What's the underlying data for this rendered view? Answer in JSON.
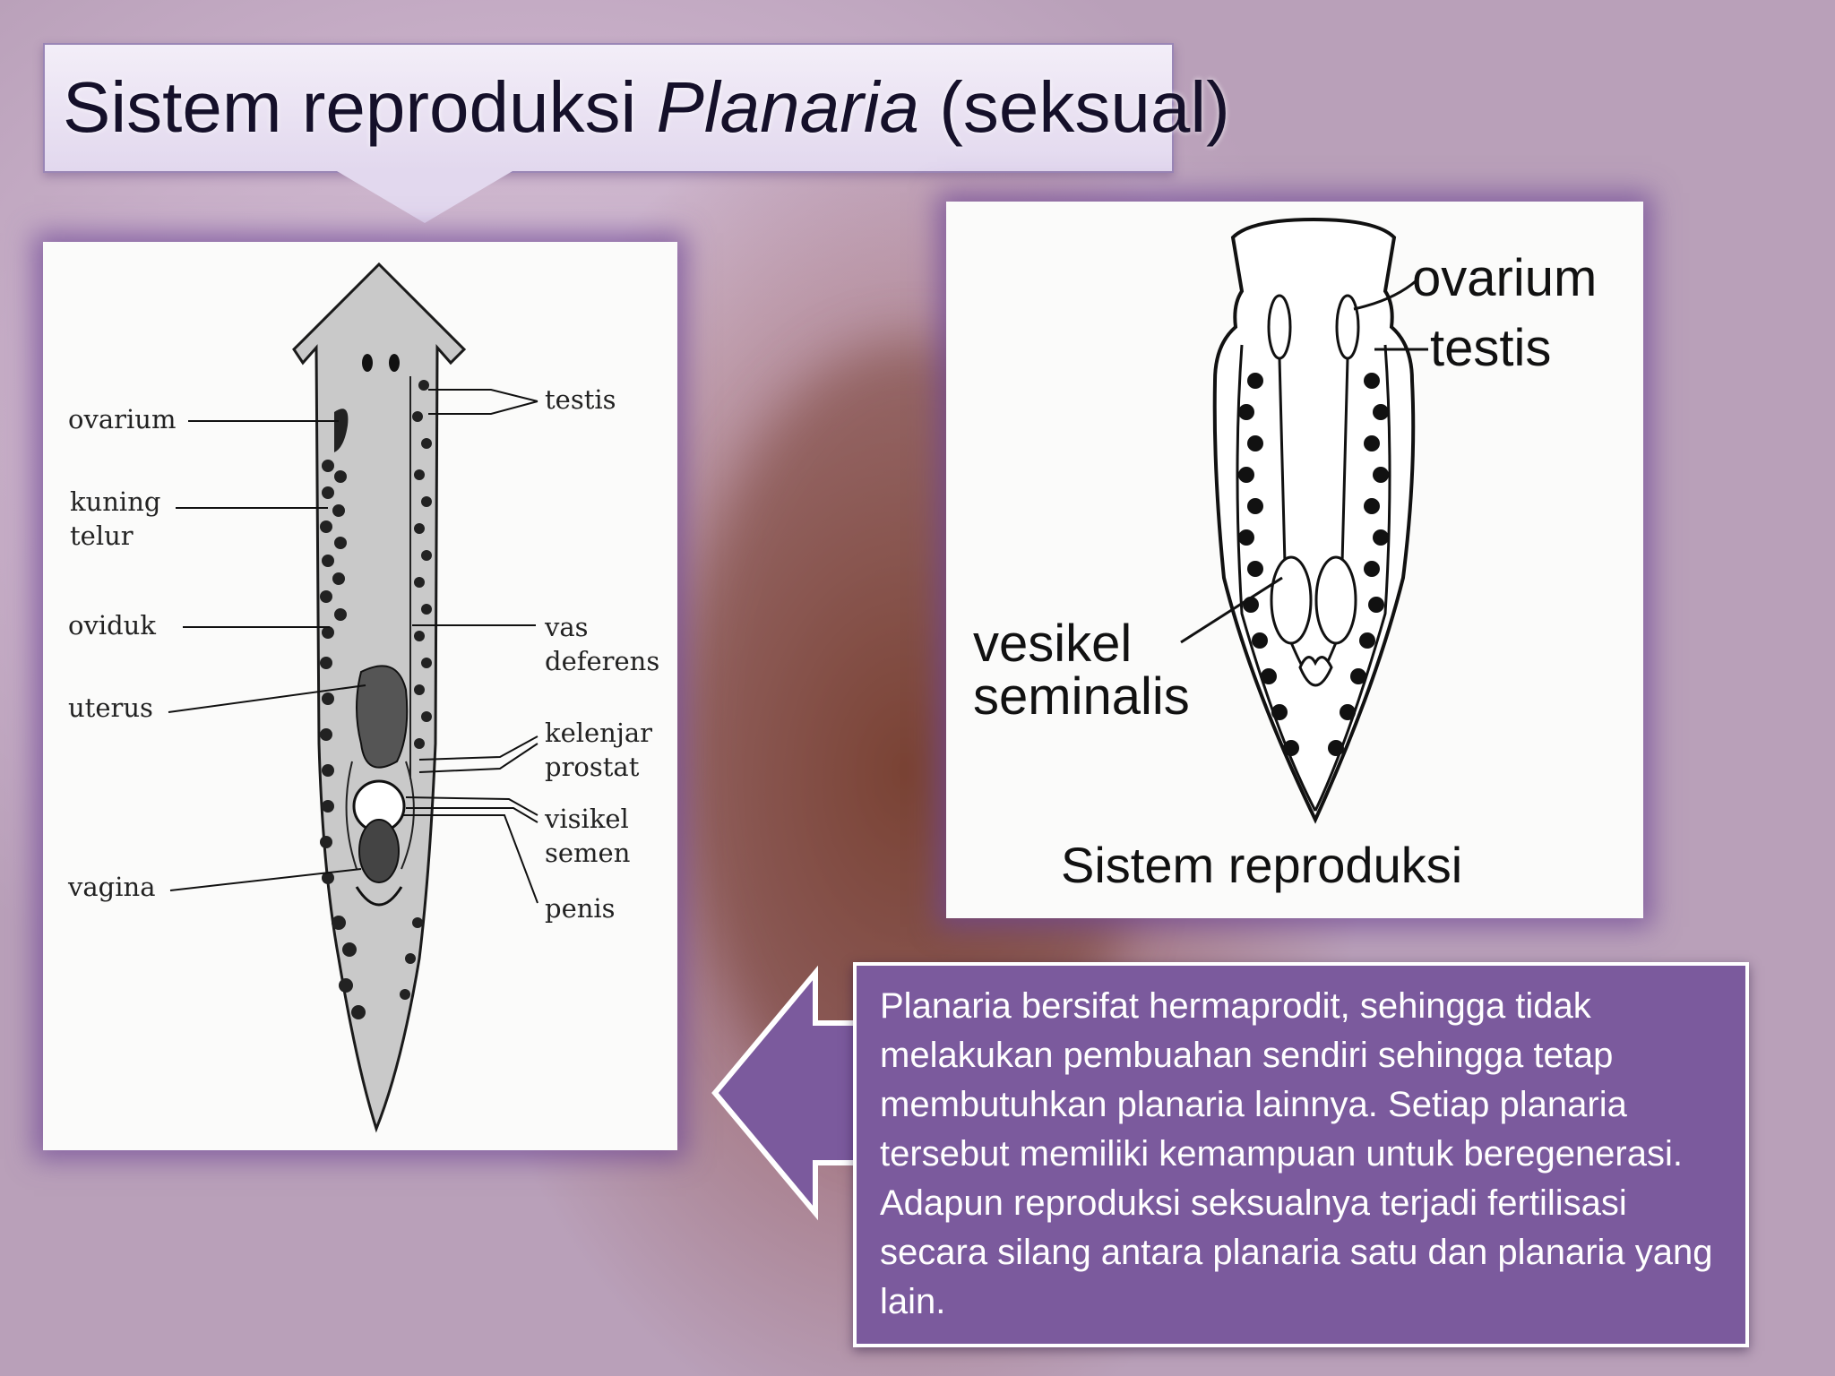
{
  "title": {
    "prefix": "Sistem reproduksi ",
    "italic": "Planaria",
    "suffix": " (seksual)"
  },
  "left_figure": {
    "labels": {
      "ovarium": "ovarium",
      "kuning": "kuning",
      "telur": "telur",
      "oviduk": "oviduk",
      "uterus": "uterus",
      "vagina": "vagina",
      "testis": "testis",
      "vas": "vas",
      "deferens": "deferens",
      "kelenjar": "kelenjar",
      "prostat": "prostat",
      "visikel": "visikel",
      "semen": "semen",
      "penis": "penis"
    }
  },
  "right_figure": {
    "labels": {
      "ovarium": "ovarium",
      "testis": "testis",
      "vesikel": "vesikel",
      "seminalis": "seminalis"
    },
    "caption": "Sistem reproduksi"
  },
  "description": "Planaria bersifat hermaprodit, sehingga tidak melakukan pembuahan sendiri sehingga tetap membutuhkan planaria lainnya. Setiap planaria tersebut memiliki kemampuan untuk beregenerasi. Adapun reproduksi seksualnya terjadi fertilisasi secara silang antara planaria satu dan planaria yang lain.",
  "colors": {
    "panel": "#7b5a9d",
    "title_bg": "#e8e0f0",
    "glow": "#7e52a8"
  }
}
